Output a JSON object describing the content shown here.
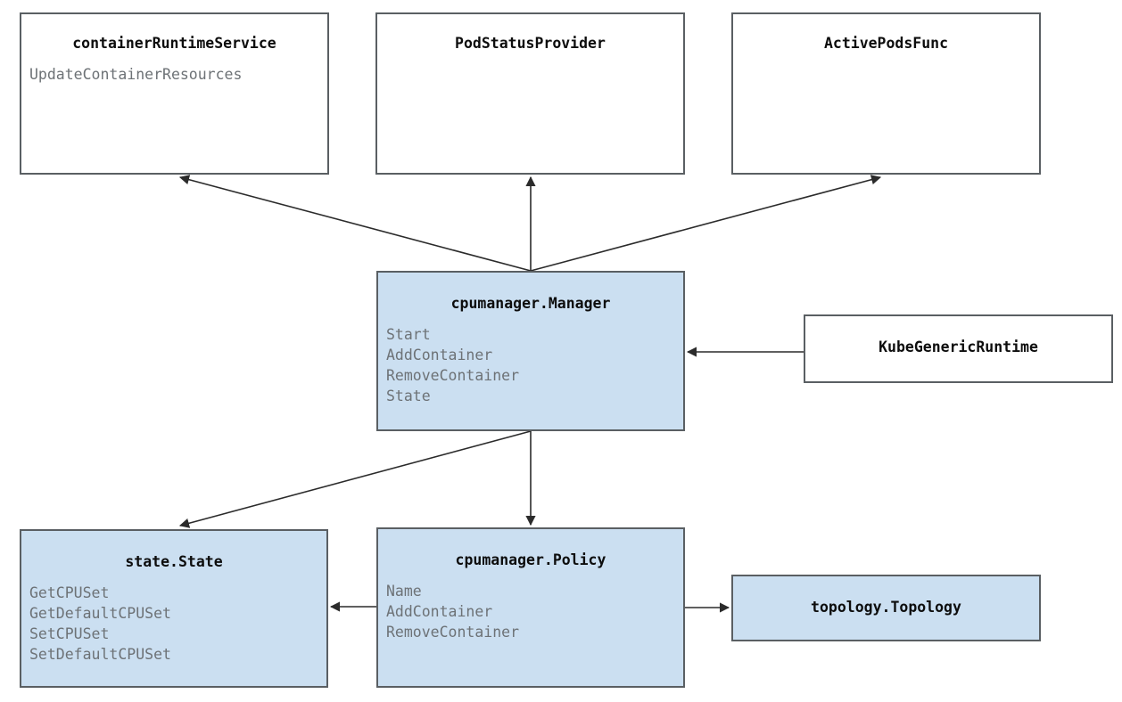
{
  "diagram": {
    "type": "uml-class-diagram",
    "background_color": "#ffffff",
    "node_fill_default": "#ffffff",
    "node_fill_highlight": "#cbdff1",
    "node_border_color": "#5a5f63",
    "title_color": "#0d0d0d",
    "method_color": "#6d7276",
    "edge_color": "#2b2b2b",
    "nodes": [
      {
        "id": "container-runtime-service",
        "title": "containerRuntimeService",
        "highlighted": false,
        "methods": [
          "UpdateContainerResources"
        ]
      },
      {
        "id": "pod-status-provider",
        "title": "PodStatusProvider",
        "highlighted": false,
        "methods": []
      },
      {
        "id": "active-pods-func",
        "title": "ActivePodsFunc",
        "highlighted": false,
        "methods": []
      },
      {
        "id": "cpumanager-manager",
        "title": "cpumanager.Manager",
        "highlighted": true,
        "methods": [
          "Start",
          "AddContainer",
          "RemoveContainer",
          "State"
        ]
      },
      {
        "id": "kube-generic-runtime",
        "title": "KubeGenericRuntime",
        "highlighted": false,
        "methods": []
      },
      {
        "id": "state-state",
        "title": "state.State",
        "highlighted": true,
        "methods": [
          "GetCPUSet",
          "GetDefaultCPUSet",
          "SetCPUSet",
          "SetDefaultCPUSet"
        ]
      },
      {
        "id": "cpumanager-policy",
        "title": "cpumanager.Policy",
        "highlighted": true,
        "methods": [
          "Name",
          "AddContainer",
          "RemoveContainer"
        ]
      },
      {
        "id": "topology-topology",
        "title": "topology.Topology",
        "highlighted": true,
        "methods": []
      }
    ],
    "edges": [
      {
        "from": "cpumanager-manager",
        "to": "container-runtime-service",
        "arrow": "open"
      },
      {
        "from": "cpumanager-manager",
        "to": "pod-status-provider",
        "arrow": "open"
      },
      {
        "from": "cpumanager-manager",
        "to": "active-pods-func",
        "arrow": "open"
      },
      {
        "from": "cpumanager-manager",
        "to": "state-state",
        "arrow": "open"
      },
      {
        "from": "cpumanager-manager",
        "to": "cpumanager-policy",
        "arrow": "open"
      },
      {
        "from": "kube-generic-runtime",
        "to": "cpumanager-manager",
        "arrow": "open"
      },
      {
        "from": "cpumanager-policy",
        "to": "state-state",
        "arrow": "open"
      },
      {
        "from": "cpumanager-policy",
        "to": "topology-topology",
        "arrow": "open"
      }
    ]
  }
}
